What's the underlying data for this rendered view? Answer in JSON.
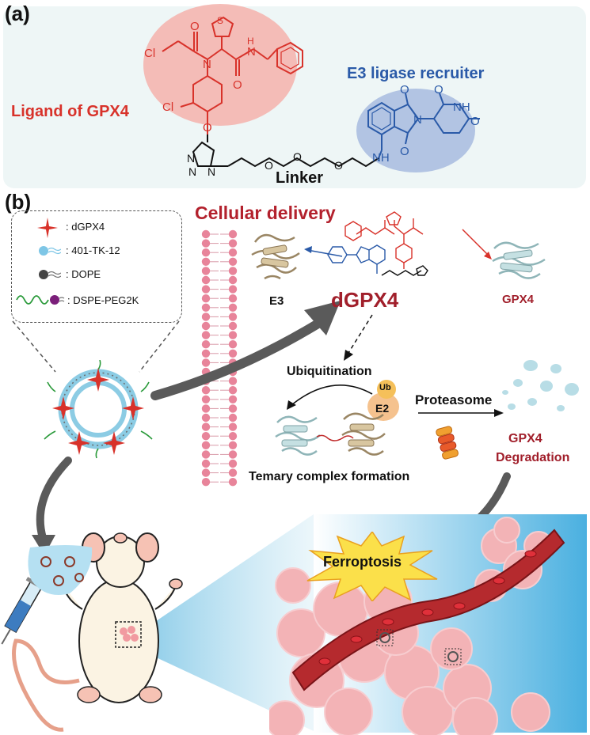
{
  "panel_a": {
    "label": "(a)",
    "ligand_label": "Ligand of GPX4",
    "e3_label": "E3 ligase recruiter",
    "linker_label": "Linker",
    "atoms": {
      "cl": "Cl",
      "o": "O",
      "n": "N",
      "h": "H",
      "s": "S",
      "nh": "NH"
    }
  },
  "panel_b": {
    "label": "(b)",
    "legend": {
      "dgpx4": ": dGPX4",
      "tk": ": 401-TK-12",
      "dope": ": DOPE",
      "peg": ": DSPE-PEG2K"
    },
    "cellular_delivery": "Cellular delivery",
    "e3": "E3",
    "dgpx4": "dGPX4",
    "gpx4_top": "GPX4",
    "ubiquitination": "Ubiquitination",
    "ub": "Ub",
    "e2": "E2",
    "proteasome": "Proteasome",
    "gpx4_deg_1": "GPX4",
    "gpx4_deg_2": "Degradation",
    "ternary": "Temary complex formation",
    "ferroptosis": "Ferroptosis"
  },
  "colors": {
    "ligand_red": "#d8322a",
    "e3_blue": "#2a5aa8",
    "dark_red": "#a11f2b",
    "panel_bg": "#eef6f6"
  }
}
